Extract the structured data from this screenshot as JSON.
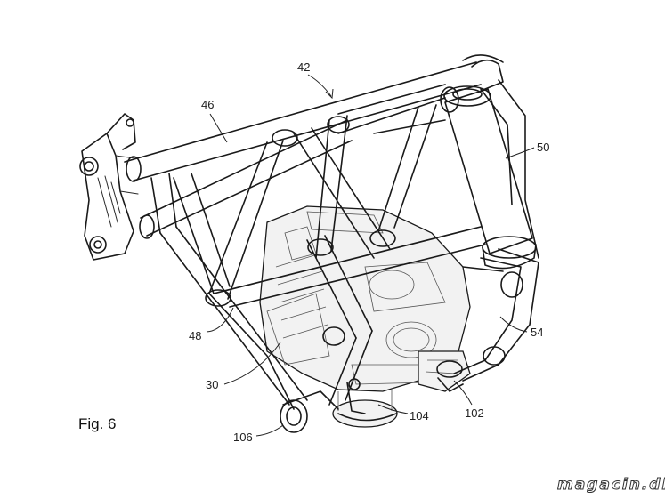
{
  "figure": {
    "caption": "Fig. 6",
    "watermark": "magacin.dk"
  },
  "labels": {
    "frame": "42",
    "top_tube": "46",
    "steering_head": "50",
    "down_tube": "48",
    "lower_rail": "54",
    "engine": "30",
    "mount_left": "106",
    "mount_center": "104",
    "mount_right": "102"
  },
  "colors": {
    "line": "#1a1a1a",
    "background": "#ffffff",
    "watermark_fill": "#ffffff",
    "watermark_stroke": "#333333"
  }
}
